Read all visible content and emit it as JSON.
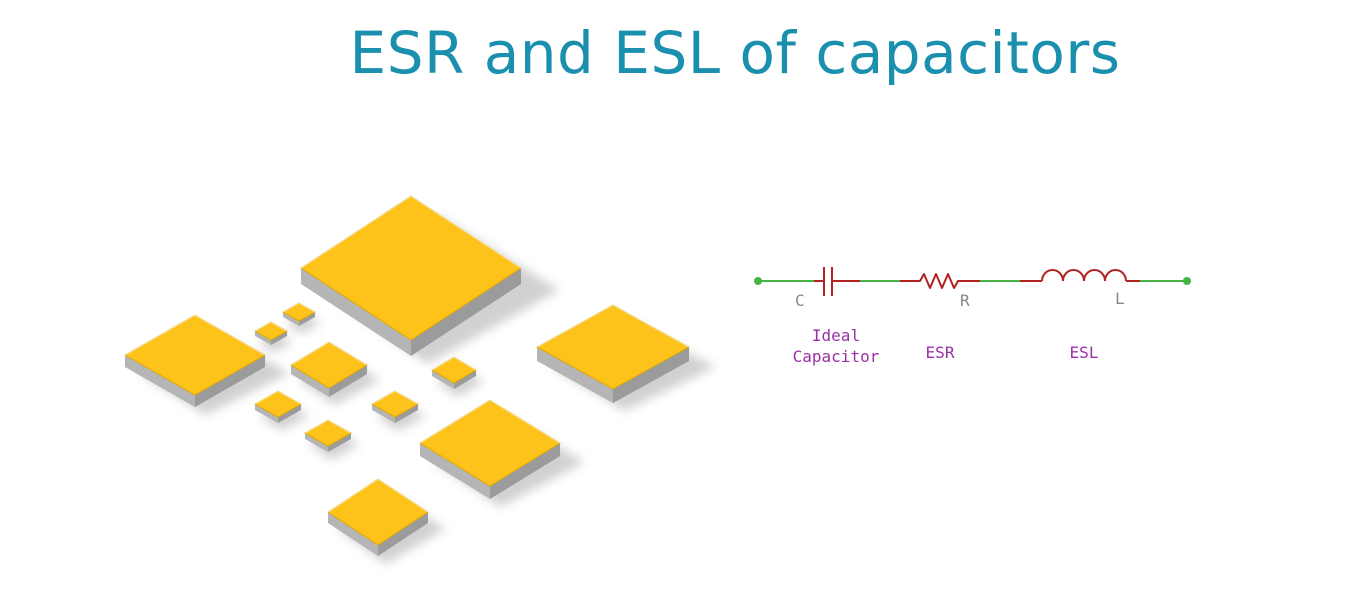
{
  "title": "ESR and ESL of capacitors",
  "colors": {
    "title": "#1a8fae",
    "chip_top": "#fdc31a",
    "chip_side": "#9b9b9b",
    "wire": "#44b544",
    "component": "#b22222",
    "pin_label": "#888888",
    "caption": "#9b2fa8"
  },
  "schematic": {
    "capacitor": {
      "designator": "C",
      "caption_line1": "Ideal",
      "caption_line2": "Capacitor"
    },
    "resistor": {
      "designator": "R",
      "caption": "ESR"
    },
    "inductor": {
      "designator": "L",
      "caption": "ESL"
    }
  },
  "chips": [
    {
      "name": "chip-large-top"
    },
    {
      "name": "chip-large-left"
    },
    {
      "name": "chip-large-right"
    },
    {
      "name": "chip-large-bottom-right"
    },
    {
      "name": "chip-medium-bottom"
    },
    {
      "name": "chip-medium-center"
    },
    {
      "name": "chip-small-1"
    },
    {
      "name": "chip-small-2"
    },
    {
      "name": "chip-small-3"
    },
    {
      "name": "chip-small-4"
    },
    {
      "name": "chip-small-5"
    },
    {
      "name": "chip-small-6"
    }
  ]
}
